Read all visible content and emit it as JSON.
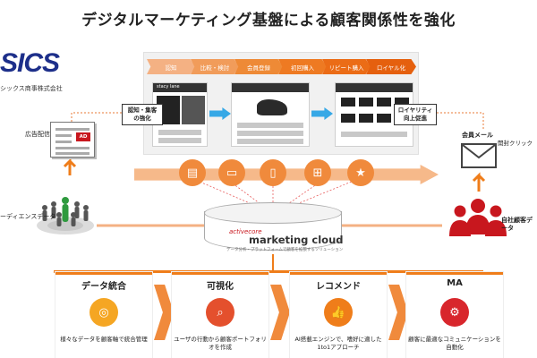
{
  "title": "デジタルマーケティング基盤による顧客関係性を強化",
  "brand": {
    "logo_text": "SICS",
    "company": "シックス商事株式会社"
  },
  "funnel": {
    "stages": [
      {
        "label": "認知",
        "color": "#f4b183"
      },
      {
        "label": "比較・検討",
        "color": "#f19c5a"
      },
      {
        "label": "会員登録",
        "color": "#ee8a36"
      },
      {
        "label": "初回購入",
        "color": "#ee7a22"
      },
      {
        "label": "リピート購入",
        "color": "#eb6c16"
      },
      {
        "label": "ロイヤル化",
        "color": "#e5600e"
      }
    ],
    "shot_brand_text": "stacy lane",
    "callout_left": "認知・集客の強化",
    "callout_right": "ロイヤリティ向上促進"
  },
  "left": {
    "ad_label": "広告配信",
    "ad_box": "AD",
    "audience_label": "ーディエンスデータ"
  },
  "right": {
    "mail_label": "会員メール",
    "click_label": "開封クリック",
    "own_label": "自社顧客データ"
  },
  "center": {
    "activecore": "activecore",
    "brand": "marketing cloud",
    "subtitle": "データ分析・プラットフォームで顧客を拡張するソリューション"
  },
  "panels": [
    {
      "title": "データ統合",
      "desc": "様々なデータを顧客軸で統合管理",
      "icon": "database-icon",
      "color": "#f5a623"
    },
    {
      "title": "可視化",
      "desc": "ユーザの行動から顧客ポートフォリオを作成",
      "icon": "search-icon",
      "color": "#e4502d"
    },
    {
      "title": "レコメンド",
      "desc": "AI搭載エンジンで、嗜好に適した1to1アプローチ",
      "icon": "thumbs-up-icon",
      "color": "#ef7d1a"
    },
    {
      "title": "MA",
      "desc": "顧客に最適なコミュニケーションを自動化",
      "icon": "gear-icon",
      "color": "#d8262c"
    }
  ]
}
